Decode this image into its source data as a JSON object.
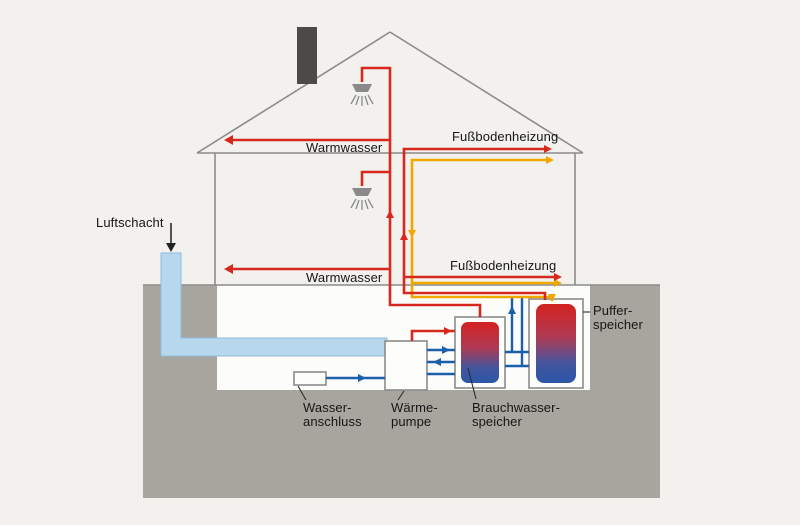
{
  "colors": {
    "hot": "#d7281e",
    "warm": "#f0a800",
    "cold": "#1a5fa8",
    "air_duct": "#b7d7ec",
    "air_duct_edge": "#8fbcdd",
    "ground": "#a8a49e",
    "outline": "#8b8b89",
    "background": "#f3f1ee",
    "tank_top": "#d32220",
    "tank_bottom": "#2a57a8"
  },
  "labels": {
    "luftschacht": "Luftschacht",
    "warmwasser_top": "Warmwasser",
    "fussbodenheizung_top": "Fußbodenheizung",
    "warmwasser_mid": "Warmwasser",
    "fussbodenheizung_mid": "Fußbodenheizung",
    "wasseranschluss": [
      "Wasser-",
      "anschluss"
    ],
    "waermepumpe": [
      "Wärme-",
      "pumpe"
    ],
    "brauchwasserspeicher": [
      "Brauchwasser-",
      "speicher"
    ],
    "pufferspeicher": [
      "Puffer-",
      "speicher"
    ]
  }
}
